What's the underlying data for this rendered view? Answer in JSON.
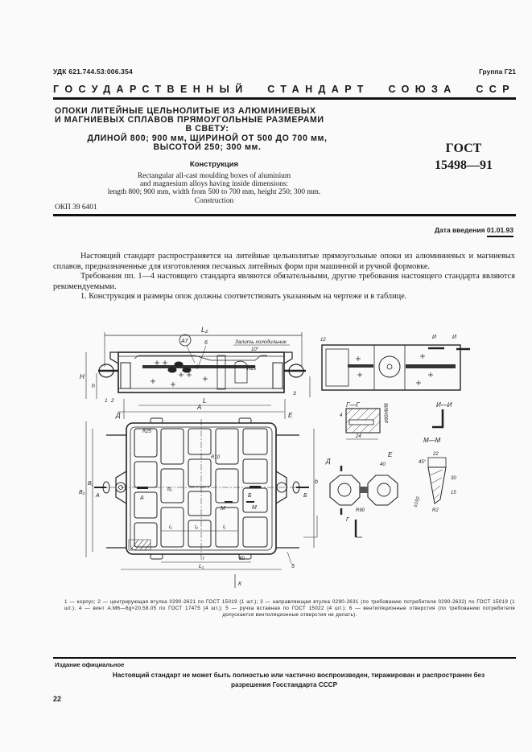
{
  "header": {
    "udk": "УДК 621.744.53:006.354",
    "group": "Группа Г21",
    "state_standard_words": [
      "ГОСУДАРСТВЕННЫЙ",
      "СТАНДАРТ",
      "СОЮЗА",
      "ССР"
    ]
  },
  "title": {
    "line1": "ОПОКИ ЛИТЕЙНЫЕ ЦЕЛЬНОЛИТЫЕ ИЗ АЛЮМИНИЕВЫХ",
    "line2": "И МАГНИЕВЫХ СПЛАВОВ ПРЯМОУГОЛЬНЫЕ РАЗМЕРАМИ",
    "line3": "В СВЕТУ:",
    "line4": "ДЛИНОЙ 800; 900 мм, ШИРИНОЙ ОТ 500 ДО 700 мм,",
    "line5": "ВЫСОТОЙ 250; 300 мм.",
    "subtitle": "Конструкция",
    "english": [
      "Rectangular all-cast moulding boxes of aluminium",
      "and magnesium alloys having inside dimensions:",
      "length 800; 900 mm, width from 500 to 700 mm, height 250; 300 mm.",
      "Construction"
    ],
    "okp": "ОКП 39 6401"
  },
  "gost": {
    "label": "ГОСТ",
    "number": "15498—91"
  },
  "date_intro": "Дата введения 01.01.93",
  "body": {
    "p1": "Настоящий стандарт распространяется на литейные цельнолитые прямоугольные опоки из алюминиевых и магниевых сплавов, предназначенные для изготовления песчаных литейных форм при машинной и ручной формовке.",
    "p2": "Требования пп. 1—4 настоящего стандарта являются обязательными, другие требования настоящего стандарта являются рекомендуемыми.",
    "p3": "1. Конструкция и размеры опок должны соответствовать указанным на чертеже и в таблице."
  },
  "drawing": {
    "labels": {
      "L2": "L₂",
      "L": "L",
      "A": "A",
      "H": "H",
      "h": "h",
      "h1": "h₁",
      "polish": "Залить холодильник",
      "deg": "10°",
      "R25": "R25",
      "R10": "R10",
      "R90": "R90",
      "R2": "R2",
      "a7": "A7",
      "six": "6",
      "three": "3",
      "one": "1",
      "two": "2",
      "sec_D": "Д",
      "sec_E": "Е",
      "sec_G": "Г",
      "sec_B": "Б",
      "sec_M": "М",
      "sec_I": "И",
      "sec_K": "К",
      "sec_A": "А",
      "GG": "Г—Г",
      "II": "И—И",
      "MM": "М—М",
      "B1": "B₁",
      "B2": "B₂",
      "b": "b",
      "b1": "b₁",
      "L1": "L₁",
      "l1": "l₁",
      "l2": "l₂",
      "l": "l",
      "dim80": "80",
      "dim5": "5",
      "dim24": "24",
      "dim40": "40",
      "dim22": "22",
      "dim12": "12",
      "dim45": "45°",
      "dim30": "30",
      "dim15": "15",
      "dim150": "≥150",
      "hole_d": "ø90Н8/f8"
    }
  },
  "caption": "1 — корпус; 2 — центрирующая втулка 0290-2621 по ГОСТ 15019 (1 шт.); 3 — направляющая втулка 0290-2631 (по требованию потребителя 0290-2632) по ГОСТ 15019 (1 шт.); 4 — винт А.М6—6g×20.58.05 по ГОСТ 17475 (4 шт.); 5 — ручка вставная по ГОСТ 15022 (4 шт.); 6 — вентиляционные отверстия (по требованию потребителя допускается вентиляционные отверстия не делать).",
  "footer": {
    "official": "Издание официальное",
    "notice_line1": "Настоящий стандарт не может быть полностью или частично воспроизведен, тиражирован и распространен без",
    "notice_line2": "разрешения Госстандарта СССР",
    "page_number": "22"
  }
}
